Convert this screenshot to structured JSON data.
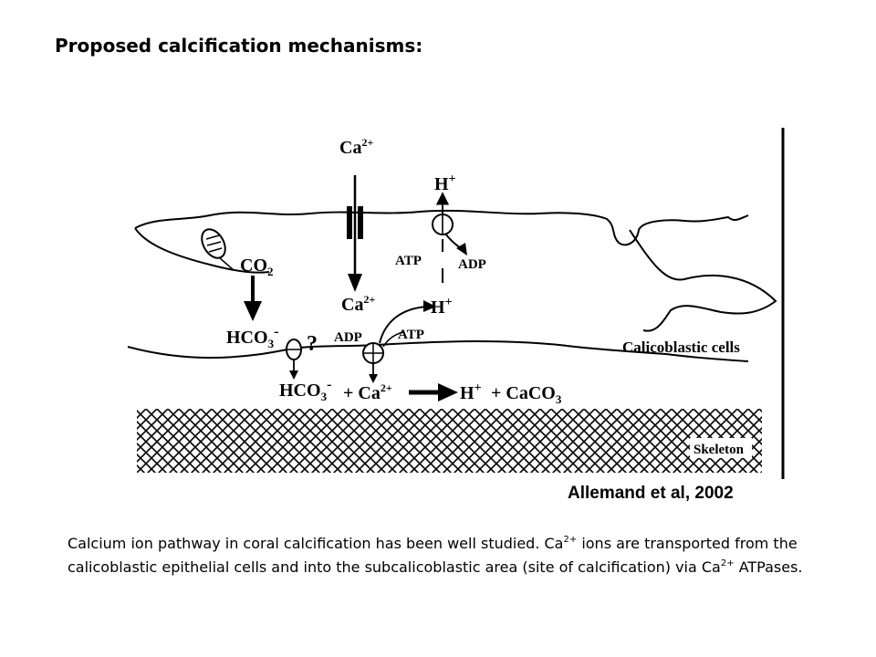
{
  "slide": {
    "title": "Proposed calcification mechanisms:"
  },
  "diagram": {
    "labels": {
      "ca_top": "Ca",
      "ca_top_sup": "2+",
      "h_top": "H",
      "h_top_sup": "+",
      "atp_upper": "ATP",
      "adp_upper": "ADP",
      "co2": "CO",
      "co2_sub": "2",
      "ca_mid": "Ca",
      "ca_mid_sup": "2+",
      "h_mid": "H",
      "h_mid_sup": "+",
      "hco3": "HCO",
      "hco3_sub": "3",
      "hco3_sup": "-",
      "question": "?",
      "adp_lower": "ADP",
      "atp_lower": "ATP",
      "calicoblastic_cells": "Calicoblastic cells",
      "hco3_bottom": "HCO",
      "hco3_bottom_sub": "3",
      "hco3_bottom_sup": "-",
      "plus_ca": "+ Ca",
      "plus_ca_sup": "2+",
      "h_bottom": "H",
      "h_bottom_sup": "+",
      "plus_caco": "+ CaCO",
      "caco_sub": "3",
      "skeleton": "Skeleton"
    }
  },
  "citation": "Allemand et al, 2002",
  "caption": {
    "part1": "Calcium ion pathway in coral calcification has been well studied. Ca",
    "sup1": "2+",
    "part2": " ions are transported from the calicoblastic epithelial cells and into the subcalicoblastic area (site of calcification) via Ca",
    "sup2": "2+",
    "part3": " ATPases."
  }
}
